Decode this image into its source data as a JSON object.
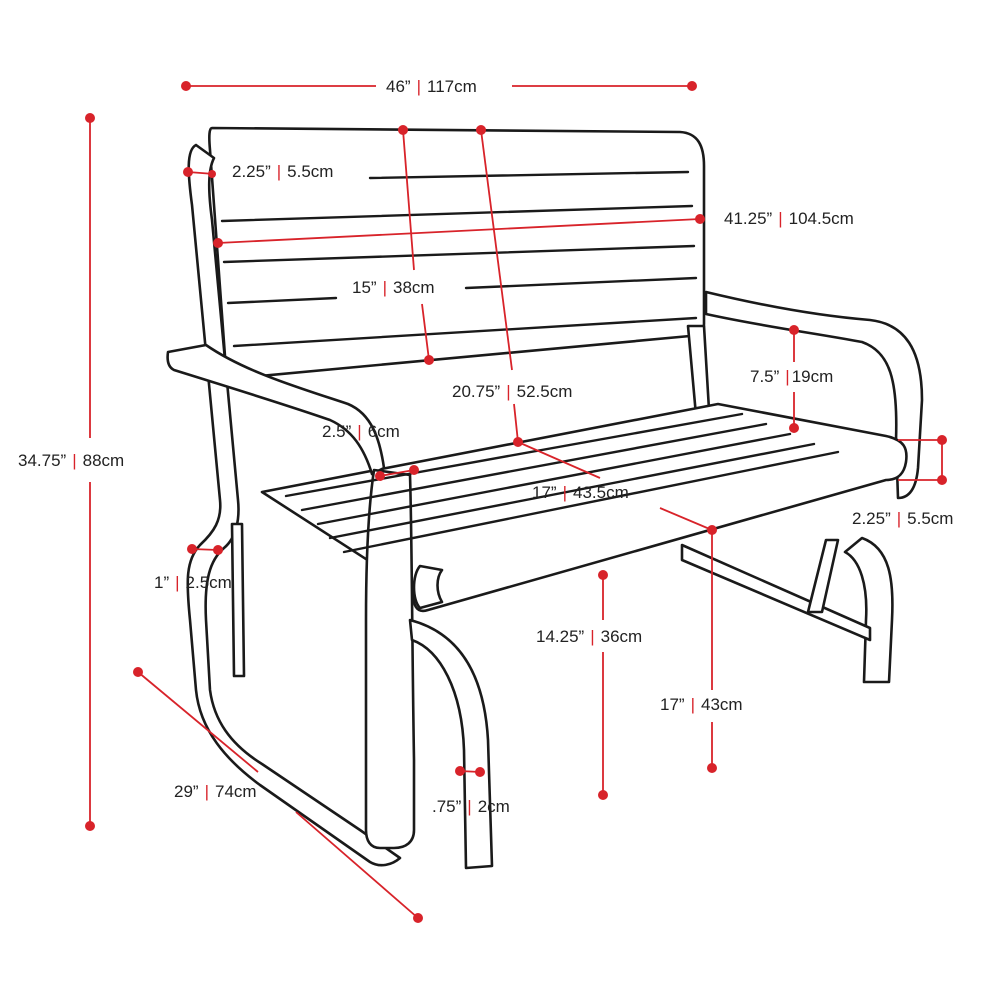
{
  "accent_color": "#d8232a",
  "line_color": "#1a1a1a",
  "dimensions": [
    {
      "id": "overall-width",
      "imperial": "46”",
      "metric": "117cm"
    },
    {
      "id": "frame-thickness",
      "imperial": "2.25”",
      "metric": "5.5cm"
    },
    {
      "id": "back-width",
      "imperial": "41.25”",
      "metric": "104.5cm"
    },
    {
      "id": "back-height",
      "imperial": "15”",
      "metric": "38cm"
    },
    {
      "id": "overall-height",
      "imperial": "34.75”",
      "metric": "88cm"
    },
    {
      "id": "arm-height",
      "imperial": "7.5”",
      "metric": "19cm"
    },
    {
      "id": "seat-back-height",
      "imperial": "20.75”",
      "metric": "52.5cm"
    },
    {
      "id": "arm-width",
      "imperial": "2.5”",
      "metric": "6cm"
    },
    {
      "id": "seat-depth",
      "imperial": "17”",
      "metric": "43.5cm"
    },
    {
      "id": "seat-thickness",
      "imperial": "2.25”",
      "metric": "5.5cm"
    },
    {
      "id": "leg-tube",
      "imperial": "1”",
      "metric": "2.5cm"
    },
    {
      "id": "clearance",
      "imperial": "14.25”",
      "metric": "36cm"
    },
    {
      "id": "seat-height",
      "imperial": "17”",
      "metric": "43cm"
    },
    {
      "id": "overall-depth",
      "imperial": "29”",
      "metric": "74cm"
    },
    {
      "id": "base-tube",
      "imperial": ".75”",
      "metric": "2cm"
    }
  ]
}
